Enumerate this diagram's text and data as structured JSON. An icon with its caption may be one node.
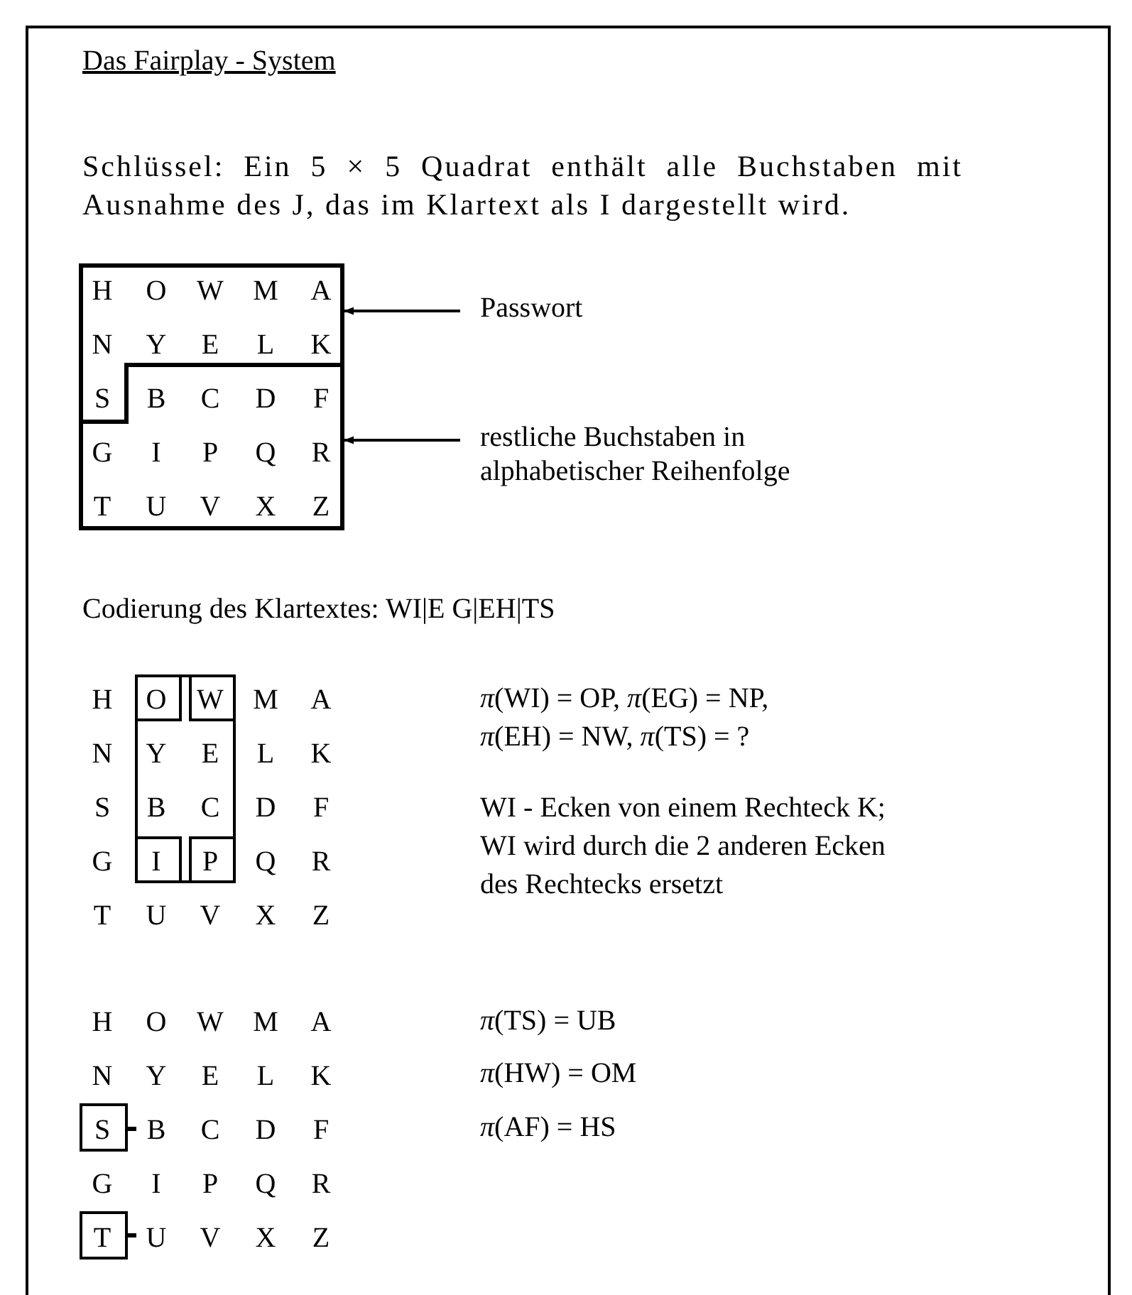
{
  "diagram": {
    "title": "Das Fairplay - System",
    "nodes": [
      {
        "text": [],
        "shape": "box"
      },
      {
        "text": [],
        "shape": "box"
      },
      {
        "text": [
          "Passwort"
        ]
      },
      {
        "text": [
          "restliche Buchstaben in alphabetischer Reihenfolge"
        ]
      }
    ],
    "edges": [
      {
        "from": 2,
        "to": 0,
        "arrow": "to"
      },
      {
        "from": 3,
        "to": 1,
        "arrow": "to"
      }
    ],
    "labels": [
      "Schlüssel: Ein 5 × 5 Quadrat enthält alle Buchstaben mit Ausnahme des J, das im Klartext als I dargestellt wird.",
      "H",
      "O",
      "W",
      "M",
      "A",
      "N",
      "Y",
      "E",
      "L",
      "K",
      "S",
      "B",
      "C",
      "D",
      "F",
      "G",
      "I",
      "P",
      "Q",
      "R",
      "T",
      "U",
      "V",
      "X",
      "Z",
      "Codierung des Klartextes: WI|E G|EH|TS",
      "H",
      "O",
      "W",
      "M",
      "A",
      "N",
      "Y",
      "E",
      "L",
      "K",
      "S",
      "B",
      "C",
      "D",
      "F",
      "G",
      "I",
      "P",
      "Q",
      "R",
      "T",
      "U",
      "V",
      "X",
      "Z",
      "*π*(WI) = OP, *π*(EG) = NP, *π*(EH) = NW, *π*(TS) = ?",
      "WI - Ecken von einem Rechteck K; WI wird durch die 2 anderen Ecken des Rechtecks ersetzt",
      "H",
      "O",
      "W",
      "M",
      "A",
      "N",
      "Y",
      "E",
      "L",
      "K",
      "S",
      "B",
      "C",
      "D",
      "F",
      "G",
      "I",
      "P",
      "Q",
      "R",
      "T",
      "U",
      "V",
      "X",
      "Z",
      "*π*(TS) = UB",
      "*π*(HW) = OM",
      "*π*(AF) = HS"
    ]
  }
}
